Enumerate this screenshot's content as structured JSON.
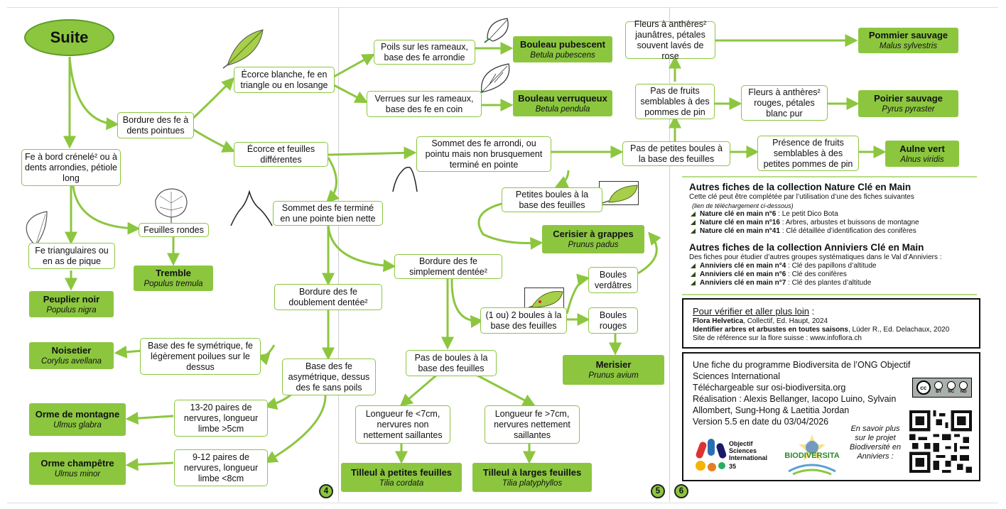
{
  "start": {
    "label": "Suite"
  },
  "questions": {
    "crenele": "Fe à bord crénelé² ou à dents arrondies, pétiole long",
    "dents_pointues": "Bordure des fe à dents pointues",
    "ecorce_blanche": "Écorce blanche, fe en triangle ou en losange",
    "ecorce_differente": "Écorce et feuilles différentes",
    "poils": "Poils sur les rameaux, base des fe arrondie",
    "verrues": "Verrues sur les rameaux, base des fe en coin",
    "fe_triangulaires": "Fe triangulaires ou en as de pique",
    "feuilles_rondes": "Feuilles rondes",
    "sommet_pointe": "Sommet des fe terminé en une pointe bien nette",
    "sommet_arrondi": "Sommet des fe arrondi, ou pointu mais non brusquement terminé en pointe",
    "doublement": "Bordure des fe doublement dentée²",
    "simplement": "Bordure des fe simplement dentée²",
    "sym": "Base des fe symétrique, fe légèrement poilues sur le dessus",
    "asym": "Base des fe asymétrique, dessus des fe sans poils",
    "paires_13": "13-20 paires de nervures, longueur limbe >5cm",
    "paires_9": "9-12 paires de nervures, longueur limbe <8cm",
    "boules_12": "(1 ou) 2 boules à la base des feuilles",
    "pas_boules": "Pas de boules à la base des feuilles",
    "long_7_moins": "Longueur fe <7cm, nervures non nettement saillantes",
    "long_7_plus": "Longueur fe >7cm, nervures nettement saillantes",
    "boules_verdatres": "Boules verdâtres",
    "boules_rouges": "Boules rouges",
    "petites_boules": "Petites boules à la base des feuilles",
    "pas_petites_boules": "Pas de petites boules à la base des feuilles",
    "pas_fruits": "Pas de fruits semblables à des pommes de pin",
    "presence_fruits": "Présence de fruits semblables à des petites pommes de pin",
    "fleurs_jaunatres": "Fleurs à anthères² jaunâtres, pétales souvent lavés de rose",
    "fleurs_rouges": "Fleurs à anthères² rouges, pétales blanc pur"
  },
  "results": {
    "bouleau_pubescent": {
      "name": "Bouleau pubescent",
      "latin": "Betula pubescens"
    },
    "bouleau_verruqueux": {
      "name": "Bouleau verruqueux",
      "latin": "Betula pendula"
    },
    "peuplier_noir": {
      "name": "Peuplier noir",
      "latin": "Populus nigra"
    },
    "tremble": {
      "name": "Tremble",
      "latin": "Populus tremula"
    },
    "noisetier": {
      "name": "Noisetier",
      "latin": "Corylus avellana"
    },
    "orme_montagne": {
      "name": "Orme de montagne",
      "latin": "Ulmus glabra"
    },
    "orme_champetre": {
      "name": "Orme champêtre",
      "latin": "Ulmus minor"
    },
    "tilleul_petites": {
      "name": "Tilleul à petites feuilles",
      "latin": "Tilia cordata"
    },
    "tilleul_larges": {
      "name": "Tilleul à larges feuilles",
      "latin": "Tilia platyphyllos"
    },
    "cerisier": {
      "name": "Cerisier à grappes",
      "latin": "Prunus padus"
    },
    "merisier": {
      "name": "Merisier",
      "latin": "Prunus avium"
    },
    "aulne": {
      "name": "Aulne vert",
      "latin": "Alnus viridis"
    },
    "pommier": {
      "name": "Pommier sauvage",
      "latin": "Malus sylvestris"
    },
    "poirier": {
      "name": "Poirier sauvage",
      "latin": "Pyrus pyraster"
    }
  },
  "pages": {
    "p4": "4",
    "p5": "5",
    "p6": "6"
  },
  "info": {
    "nature_title": "Autres fiches de la collection Nature Clé en Main",
    "nature_intro": "Cette clé peut être complétée par l’utilisation d’une des fiches suivantes",
    "nature_link_note": "(lien de téléchargement ci-dessous)",
    "nature_items": [
      {
        "bold": "Nature clé en main n°6",
        "rest": " : Le petit Dico Bota"
      },
      {
        "bold": "Nature clé en main n°16",
        "rest": " : Arbres, arbustes et buissons de montagne"
      },
      {
        "bold": "Nature clé en main n°41",
        "rest": " : Clé détaillée d’identification des conifères"
      }
    ],
    "anniviers_title": "Autres fiches de la collection Anniviers Clé en Main",
    "anniviers_intro": "Des fiches pour étudier d’autres groupes systématiques dans le Val d’Anniviers :",
    "anniviers_items": [
      {
        "bold": "Anniviers clé en main n°4",
        "rest": " : Clé des papillons d’altitude"
      },
      {
        "bold": "Anniviers clé en main n°6",
        "rest": " : Clé des conifères"
      },
      {
        "bold": "Anniviers clé en main n°7",
        "rest": " : Clé des plantes d’altitude"
      }
    ],
    "verify_title": "Pour vérifier et aller plus loin",
    "verify_colon": " :",
    "ref1_bold": "Flora Helvetica",
    "ref1_rest": ", Collectif, Ed. Haupt, 2024",
    "ref2_bold": "Identifier arbres et arbustes en toutes saisons",
    "ref2_rest": ", Lüder R., Ed. Delachaux, 2020",
    "ref3": "Site de référence sur la flore suisse : www.infoflora.ch",
    "program": "Une fiche du programme Biodiversita de l’ONG Objectif Sciences International",
    "download": "Téléchargeable sur osi-biodiversita.org",
    "credits": "Réalisation : Alexis Bellanger, Iacopo Luino, Sylvain Allombert, Sung-Hong & Laetitia Jordan",
    "version": "Version 5.5 en date du 03/04/2026",
    "more": "En savoir plus sur le projet Biodiversité en Anniviers :",
    "osi_logo_text": "Objectif Sciences International",
    "osi_years": "35",
    "biodiversita_logo": "BIODIVERSITA",
    "license_labels": [
      "BY",
      "NC",
      "ND"
    ]
  },
  "colors": {
    "accent": "#8cc63f",
    "border": "#8cc63f",
    "text": "#111111"
  }
}
